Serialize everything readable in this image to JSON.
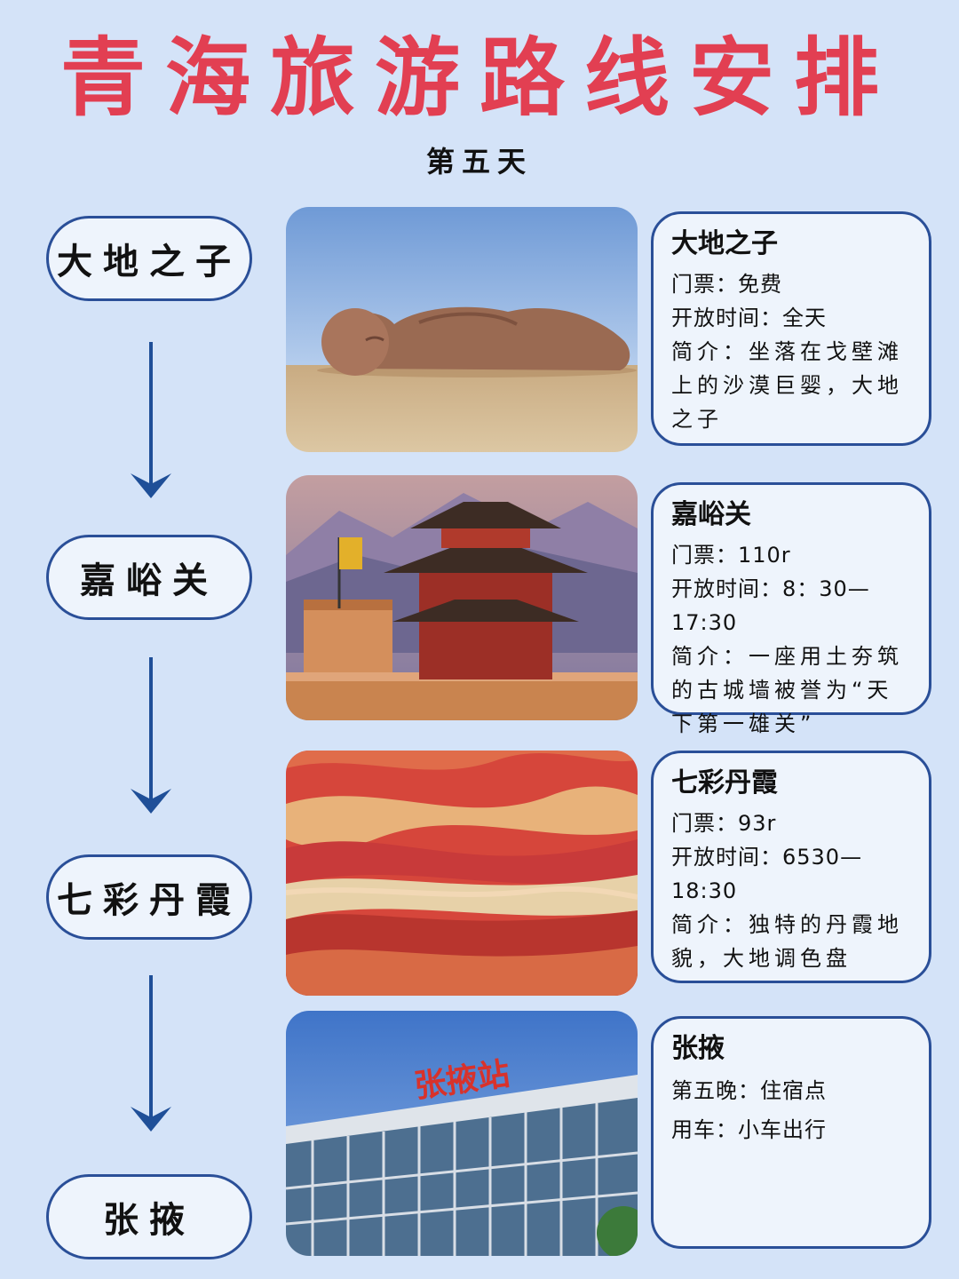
{
  "title": "青海旅游路线安排",
  "subtitle": "第五天",
  "colors": {
    "title": "#e23f52",
    "border": "#2a4f98",
    "background": "#d4e3f8"
  },
  "stops": [
    {
      "pill": "大地之子",
      "card": {
        "name": "大地之子",
        "lines": [
          "门票：免费",
          "开放时间：全天"
        ],
        "intro": "简介：坐落在戈壁滩上的沙漠巨婴，大地之子"
      }
    },
    {
      "pill": "嘉峪关",
      "card": {
        "name": "嘉峪关",
        "lines": [
          "门票：110r",
          "开放时间：8：30—17:30"
        ],
        "intro": "简介：一座用土夯筑的古城墙被誉为“天下第一雄关”"
      }
    },
    {
      "pill": "七彩丹霞",
      "card": {
        "name": "七彩丹霞",
        "lines": [
          "门票：93r",
          "开放时间：6530—18:30"
        ],
        "intro": "简介：独特的丹霞地貌，大地调色盘"
      }
    },
    {
      "pill": "张掖",
      "card": {
        "name": "张掖",
        "lines": [
          "第五晚：住宿点",
          "用车：小车出行"
        ],
        "intro": ""
      }
    }
  ],
  "station_sign": "张掖站"
}
